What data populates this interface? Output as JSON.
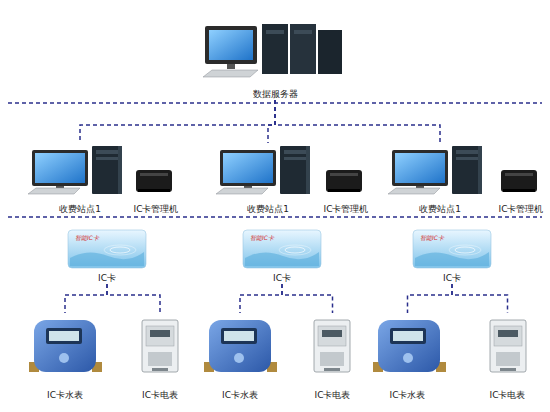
{
  "diagram": {
    "nodes": [
      {
        "text": [
          "数据服务器"
        ]
      },
      {
        "text": [
          "收费站点1"
        ]
      },
      {
        "text": [
          "IC卡管理机"
        ]
      },
      {
        "text": [
          "收费站点1"
        ]
      },
      {
        "text": [
          "IC卡管理机"
        ]
      },
      {
        "text": [
          "收费站点1"
        ]
      },
      {
        "text": [
          "IC卡管理机"
        ]
      },
      {
        "text": [
          "智能IC卡",
          "IC卡"
        ]
      },
      {
        "text": [
          "智能IC卡",
          "IC卡"
        ]
      },
      {
        "text": [
          "智能IC卡",
          "IC卡"
        ]
      },
      {
        "text": [
          "IC卡水表"
        ]
      },
      {
        "text": [
          "IC卡电表"
        ]
      },
      {
        "text": [
          "IC卡水表"
        ]
      },
      {
        "text": [
          "IC卡电表"
        ]
      },
      {
        "text": [
          "IC卡水表"
        ]
      },
      {
        "text": [
          "IC卡电表"
        ]
      }
    ],
    "edges": [
      {
        "from": 0,
        "to": 1,
        "arrow": "none"
      },
      {
        "from": 0,
        "to": 3,
        "arrow": "none"
      },
      {
        "from": 0,
        "to": 5,
        "arrow": "none"
      },
      {
        "from": 7,
        "to": 10,
        "arrow": "none"
      },
      {
        "from": 7,
        "to": 11,
        "arrow": "none"
      },
      {
        "from": 8,
        "to": 12,
        "arrow": "none"
      },
      {
        "from": 8,
        "to": 13,
        "arrow": "none"
      },
      {
        "from": 9,
        "to": 14,
        "arrow": "none"
      },
      {
        "from": 9,
        "to": 15,
        "arrow": "none"
      }
    ]
  }
}
